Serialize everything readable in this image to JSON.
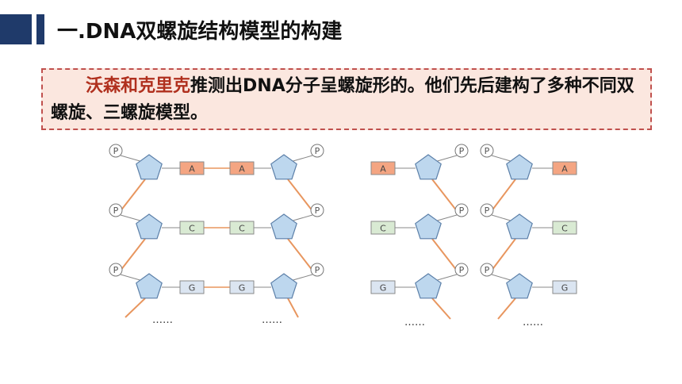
{
  "title": "一.DNA双螺旋结构模型的构建",
  "note": {
    "highlight": "沃森和克里克",
    "text": "推测出DNA分子呈螺旋形的。他们先后建构了多种不同双螺旋、三螺旋模型。"
  },
  "diagram": {
    "phosphate_label": "P",
    "ellipsis": "……",
    "models": [
      {
        "id": "double-helix",
        "bases_left": [
          "A",
          "C",
          "G"
        ],
        "bases_right": [
          "A",
          "C",
          "G"
        ]
      },
      {
        "id": "outward-strands",
        "bases_left": [
          "A",
          "C",
          "G"
        ],
        "bases_right": [
          "A",
          "C",
          "G"
        ]
      }
    ],
    "colors": {
      "sugar_fill": "#bdd7ee",
      "sugar_stroke": "#5b7fa8",
      "backbone": "#e8965f",
      "link": "#888888",
      "base_A": "#f4a582",
      "base_C": "#d9ead3",
      "base_G": "#dbe5f1"
    }
  }
}
